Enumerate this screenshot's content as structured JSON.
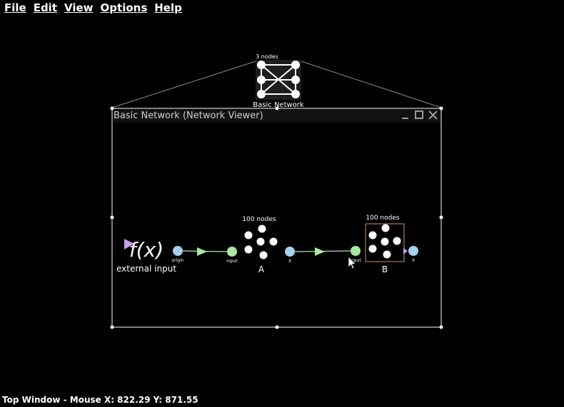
{
  "menu": {
    "file": "File",
    "edit": "Edit",
    "view": "View",
    "options": "Options",
    "help": "Help"
  },
  "top_network": {
    "count_label": "3 nodes",
    "name": "Basic Network"
  },
  "viewer": {
    "title": "Basic Network (Network Viewer)",
    "minimize_icon": "minimize-icon",
    "maximize_icon": "maximize-icon",
    "close_icon": "close-icon"
  },
  "external_input": {
    "symbol": "f(x)",
    "label": "external input",
    "origin_label": "origin"
  },
  "ensemble_a": {
    "count_label": "100 nodes",
    "name": "A",
    "input_label": "input",
    "output_label": "X"
  },
  "ensemble_b": {
    "count_label": "100 nodes",
    "name": "B",
    "input_label": "input",
    "output_label": "X"
  },
  "status_bar": {
    "text": "Top Window - Mouse X: 822.29 Y: 871.55"
  },
  "colors": {
    "termination": "#a9e8a0",
    "origin": "#a8d0f0",
    "function_triangle": "#c99cf0",
    "selection": "#c7965f",
    "border": "#ffffff"
  }
}
